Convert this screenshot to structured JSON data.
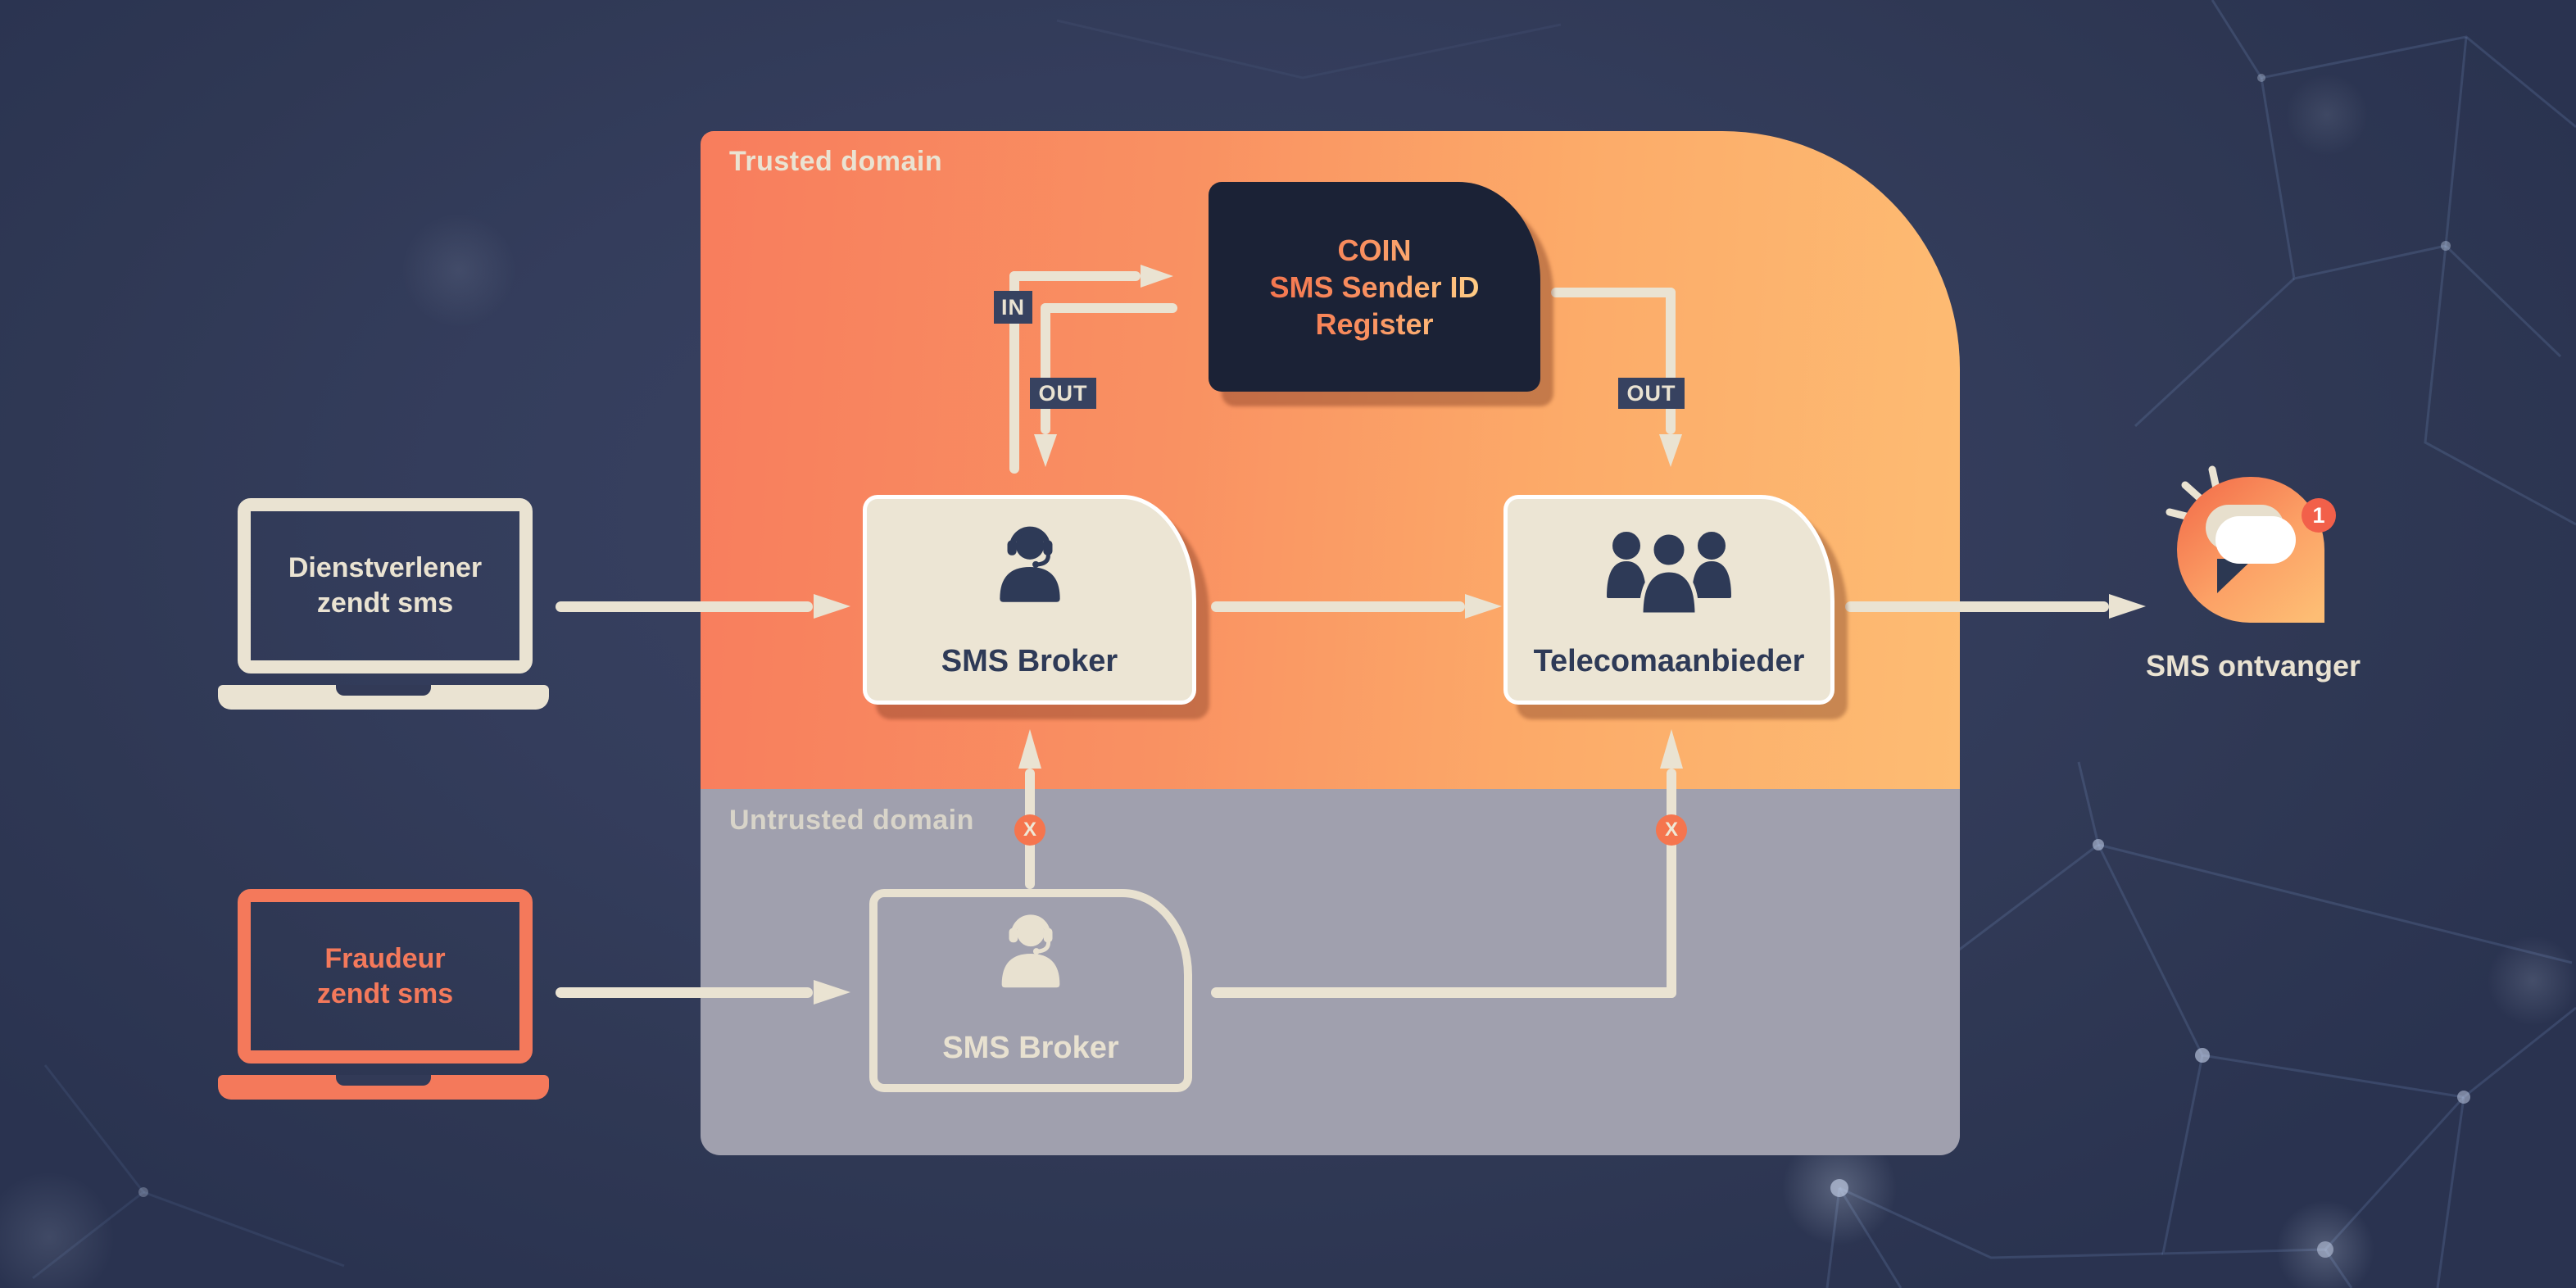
{
  "colors": {
    "background_navy": "#333b58",
    "trusted_gradient_start": "#f87d5d",
    "trusted_gradient_end": "#fdbc73",
    "untrusted_gray": "#a0a0ae",
    "cream": "#eae3d2",
    "register_navy": "#1b2236",
    "icon_text_navy": "#2e3a57",
    "fraud_orange": "#f4795b",
    "blocked_badge_orange": "#f5754e",
    "notification_red": "#f2604a"
  },
  "domains": {
    "trusted_label": "Trusted domain",
    "untrusted_label": "Untrusted domain"
  },
  "register_box": {
    "line1": "COIN",
    "line2": "SMS Sender ID",
    "line3": "Register"
  },
  "senders": {
    "service_provider": {
      "line1": "Dienstverlener",
      "line2": "zendt sms"
    },
    "fraudster": {
      "line1": "Fraudeur",
      "line2": "zendt sms"
    }
  },
  "nodes": {
    "trusted_broker_label": "SMS Broker",
    "telecom_label": "Telecomaanbieder",
    "untrusted_broker_label": "SMS Broker",
    "receiver_label": "SMS ontvanger",
    "receiver_badge_count": "1"
  },
  "flow": {
    "in_label": "IN",
    "out_to_broker_label": "OUT",
    "out_to_telecom_label": "OUT",
    "blocked_broker_label": "X",
    "blocked_telecom_label": "X"
  },
  "icons": {
    "trusted_broker": "headset-person-icon",
    "untrusted_broker": "headset-person-icon",
    "telecom": "people-icon",
    "receiver": "chat-bubble-icon",
    "receiver_alert": "notification-rays-icon",
    "blocked": "x-circle-badge"
  }
}
